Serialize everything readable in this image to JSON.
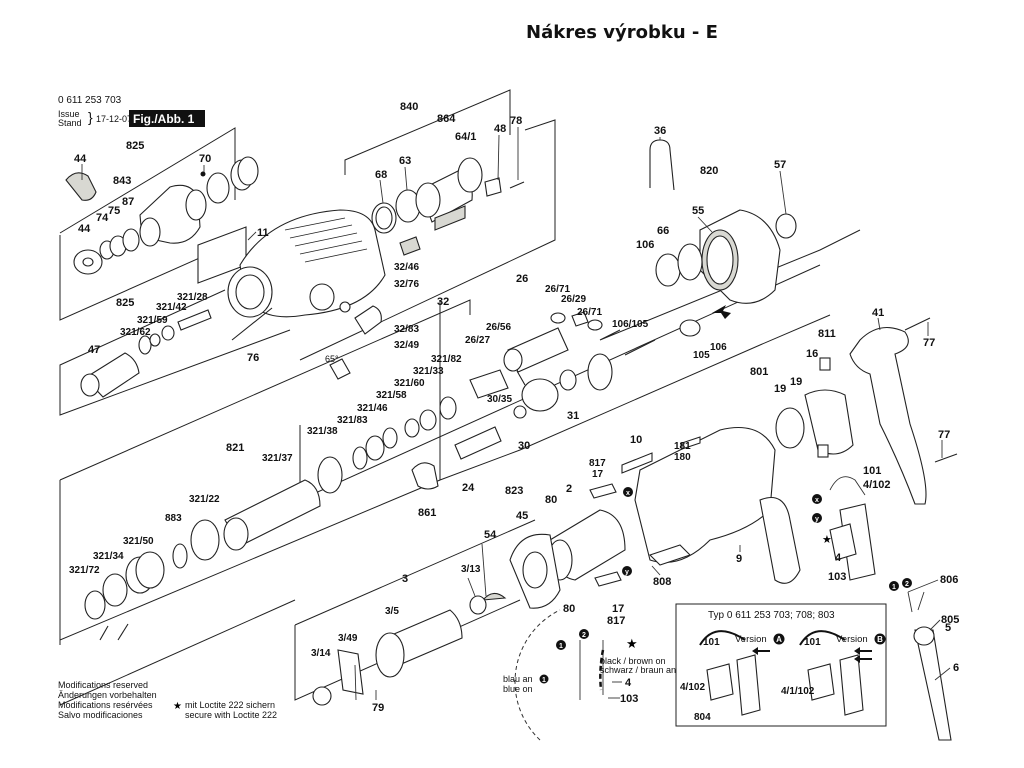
{
  "title": "Nákres výrobku - E",
  "header": {
    "part_number": "0 611 253 703",
    "issue_label_1": "Issue",
    "issue_label_2": "Stand",
    "issue_date": "17-12-07",
    "figure_label": "Fig./Abb. 1"
  },
  "notes": {
    "modifications": [
      "Modifications reserved",
      "Änderungen vorbehalten",
      "Modifications resérvées",
      "Salvo modificaciones"
    ],
    "loctite_1": "mit Loctite 222 sichern",
    "loctite_2": "secure with Loctite 222",
    "star_symbol": "★"
  },
  "detail_wiring": {
    "blue_1": "blau an",
    "blue_2": "blue on",
    "black_1": "black / brown on",
    "black_2": "schwarz / braun an",
    "marker_1": "1",
    "marker_2": "2",
    "label_4": "4",
    "label_103": "103"
  },
  "inset": {
    "title": "Typ 0 611 253 703; 708; 803",
    "version_a": "Version",
    "version_a_badge": "A",
    "version_b": "Version",
    "version_b_badge": "B",
    "a_101": "101",
    "a_4_102": "4/102",
    "a_804": "804",
    "b_101": "101",
    "b_4_1_102": "4/1/102"
  },
  "markers": {
    "x": "x",
    "y": "y",
    "one": "1",
    "two": "2"
  },
  "labels": {
    "l825a": "825",
    "l843": "843",
    "l44a": "44",
    "l44b": "44",
    "l74": "74",
    "l75": "75",
    "l87": "87",
    "l70": "70",
    "l11": "11",
    "l840": "840",
    "l864": "864",
    "l64_1": "64/1",
    "l48": "48",
    "l78": "78",
    "l68": "68",
    "l63": "63",
    "l825b": "825",
    "l47": "47",
    "l321_28": "321/28",
    "l321_42": "321/42",
    "l321_59": "321/59",
    "l321_62": "321/62",
    "l76": "76",
    "l32_46": "32/46",
    "l32_76": "32/76",
    "l32": "32",
    "l32_83": "32/83",
    "l32_49": "32/49",
    "l65": "65°",
    "l26": "26",
    "l26_71a": "26/71",
    "l26_29": "26/29",
    "l26_71b": "26/71",
    "l26_56": "26/56",
    "l26_27": "26/27",
    "l30_35": "30/35",
    "l31": "31",
    "l30": "30",
    "l36": "36",
    "l820": "820",
    "l57": "57",
    "l55": "55",
    "l66": "66",
    "l106a": "106",
    "l106_105": "106/105",
    "l105": "105",
    "l106b": "106",
    "l41": "41",
    "l77a": "77",
    "l77b": "77",
    "l811": "811",
    "l16": "16",
    "l801": "801",
    "l19a": "19",
    "l19b": "19",
    "l321_82": "321/82",
    "l321_33": "321/33",
    "l321_60": "321/60",
    "l321_58": "321/58",
    "l321_46": "321/46",
    "l321_83": "321/83",
    "l321_38": "321/38",
    "l821": "821",
    "l321_37": "321/37",
    "l321_22": "321/22",
    "l883": "883",
    "l321_50": "321/50",
    "l321_34": "321/34",
    "l321_72": "321/72",
    "l24": "24",
    "l861": "861",
    "l823": "823",
    "l181": "181",
    "l180": "180",
    "l10": "10",
    "l817a": "817",
    "l17a": "17",
    "l80a": "80",
    "l2": "2",
    "l45": "45",
    "l54": "54",
    "l3_13": "3/13",
    "l3": "3",
    "l3_5": "3/5",
    "l3_49": "3/49",
    "l3_14": "3/14",
    "l79": "79",
    "l80b": "80",
    "l17b": "17",
    "l817b": "817",
    "l808": "808",
    "l9": "9",
    "l101": "101",
    "l4_102": "4/102",
    "l4": "4",
    "l103": "103",
    "l806": "806",
    "l805": "805",
    "l5": "5",
    "l6": "6"
  }
}
